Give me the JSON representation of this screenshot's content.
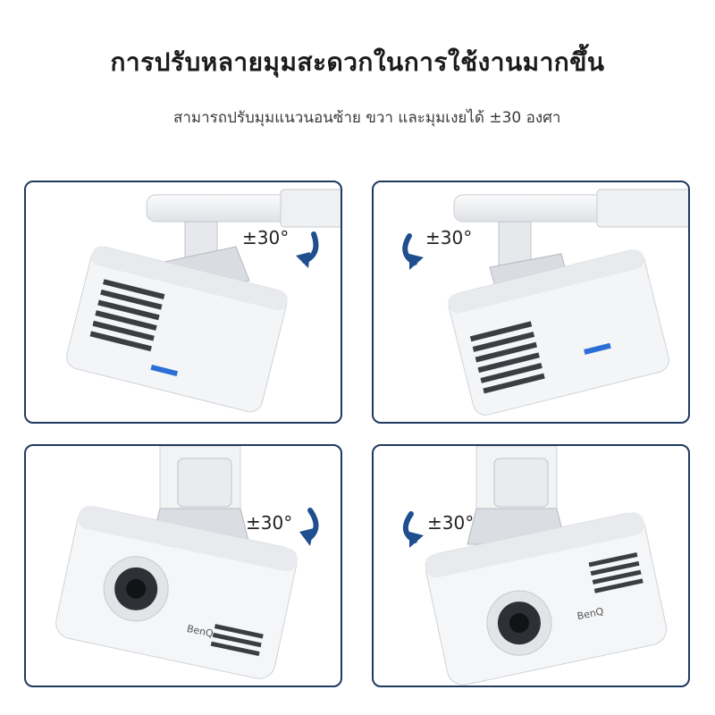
{
  "header": {
    "title": "การปรับหลายมุมสะดวกในการใช้งานมากขึ้น",
    "subtitle": "สามารถปรับมุมแนวนอนซ้าย ขวา และมุมเงยได้ ±30 องศา"
  },
  "panels": [
    {
      "angle": "±30°",
      "view": "side",
      "tilt": "right"
    },
    {
      "angle": "±30°",
      "view": "side",
      "tilt": "left"
    },
    {
      "angle": "±30°",
      "view": "front",
      "tilt": "right"
    },
    {
      "angle": "±30°",
      "view": "front",
      "tilt": "left"
    }
  ],
  "brand_text": "BenQ",
  "colors": {
    "border": "#1f3a5f",
    "arrow": "#1f4f8f",
    "device": "#f3f4f6",
    "accent": "#2b6fd6"
  }
}
